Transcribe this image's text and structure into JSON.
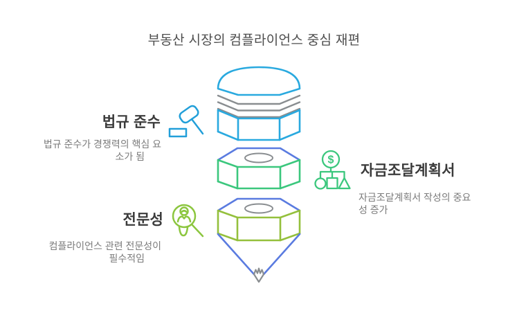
{
  "title": "부동산 시장의 컴플라이언스 중심 재편",
  "callouts": {
    "legal": {
      "heading": "법규 준수",
      "desc_lines": [
        "법규 준수가 경쟁력의 핵심 요",
        "소가 됨"
      ],
      "icon": "gavel-icon",
      "accent": "#229fd9"
    },
    "funding": {
      "heading": "자금조달계획서",
      "desc_lines": [
        "자금조달계획서 작성의 중요",
        "성 증가"
      ],
      "icon": "money-allocation-icon",
      "accent": "#3bc77d"
    },
    "expertise": {
      "heading": "전문성",
      "desc_lines": [
        "컴플라이언스 관련 전문성이",
        "필수적임"
      ],
      "icon": "person-magnifier-icon",
      "accent": "#8cc63f"
    }
  },
  "funnel": {
    "stages": [
      {
        "name": "top-drum",
        "outline": "#29a9df",
        "bands": "#898d90"
      },
      {
        "name": "middle-nut",
        "top_edges": "#5a7be0",
        "body": "#3bc77d",
        "hole": "#898d90"
      },
      {
        "name": "bottom-nut",
        "top_edges": "#5a7be0",
        "body": "#94c03c",
        "hole": "#898d90"
      },
      {
        "name": "spout",
        "sides": "#5a7be0",
        "tip": "#898d90"
      }
    ]
  },
  "colors": {
    "background": "#ffffff",
    "title_text": "#4d4d4d",
    "heading_text": "#3b3b3b",
    "desc_text": "#7b7b7b",
    "cyan": "#29a9df",
    "royal_blue": "#5a7be0",
    "green": "#3bc77d",
    "olive": "#94c03c",
    "gray": "#898d90"
  }
}
